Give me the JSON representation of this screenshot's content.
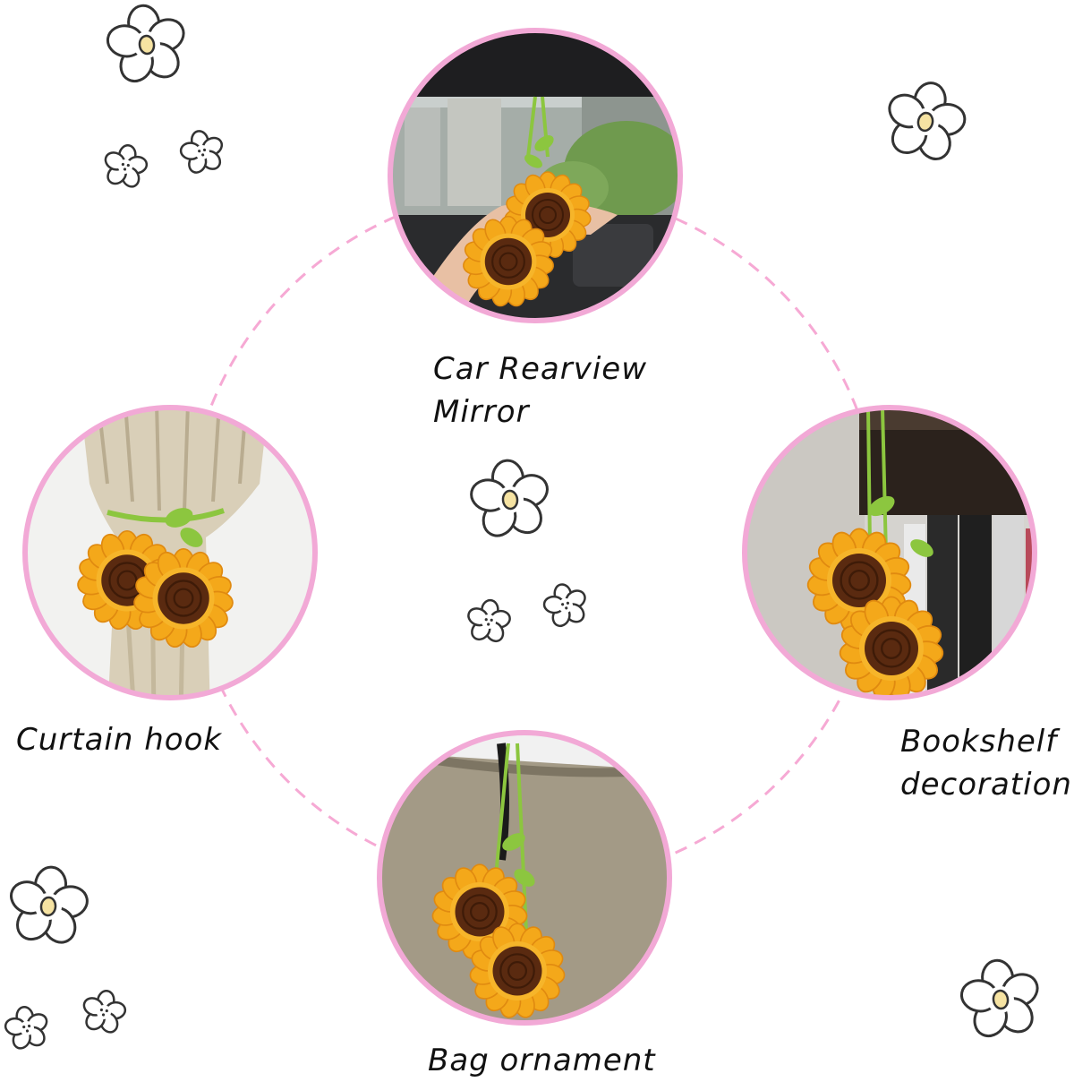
{
  "labels": {
    "car_line1": "Car Rearview",
    "car_line2": "Mirror",
    "curtain": "Curtain hook",
    "bookshelf_line1": "Bookshelf",
    "bookshelf_line2": "decoration",
    "bag": "Bag ornament"
  },
  "icons": {
    "sunflower": "sunflower-charm-icon",
    "doodle": "flower-doodle-icon"
  },
  "colors": {
    "ring": "#f2a9d6",
    "dash": "#f6a9d4",
    "petal": "#f4a81a",
    "petal_dark": "#e08a10",
    "center": "#5a2a10",
    "leaf": "#8cc63f",
    "doodle_stroke": "#333333",
    "doodle_center": "#f6e3a2"
  }
}
